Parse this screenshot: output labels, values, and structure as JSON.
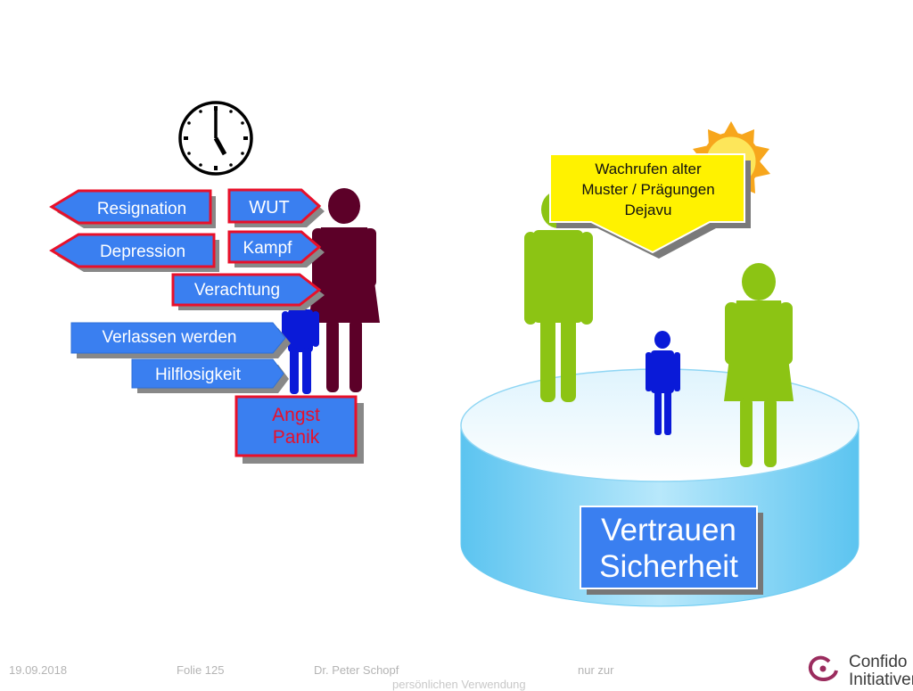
{
  "signs_left": {
    "resignation": "Resignation",
    "depression": "Depression",
    "verachtung": "Verachtung",
    "verlassen": "Verlassen werden",
    "hilflosigkeit": "Hilflosigkeit"
  },
  "signs_right": {
    "wut": "WUT",
    "kampf": "Kampf"
  },
  "angst_box": {
    "line1": "Angst",
    "line2": "Panik"
  },
  "callout": {
    "line1": "Wachrufen alter",
    "line2": "Muster / Prägungen",
    "line3": "Dejavu"
  },
  "base_label": {
    "line1": "Vertrauen",
    "line2": "Sicherheit"
  },
  "footer": {
    "date": "19.09.2018",
    "slide": "Folie 125",
    "author": "Dr. Peter Schopf",
    "note1": "nur zur",
    "note2": "persönlichen Verwendung"
  },
  "logo": {
    "line1": "Confido",
    "line2": "Initiativen"
  },
  "colors": {
    "sign_blue": "#3a7ff0",
    "sign_red_border": "#e8102a",
    "maroon_figure": "#5c0028",
    "blue_figure": "#0a1ad8",
    "green_figure": "#8cc414",
    "callout_yellow": "#fff200",
    "sun_orange": "#f7a61c",
    "cylinder_blue": "#7fd3f5"
  }
}
